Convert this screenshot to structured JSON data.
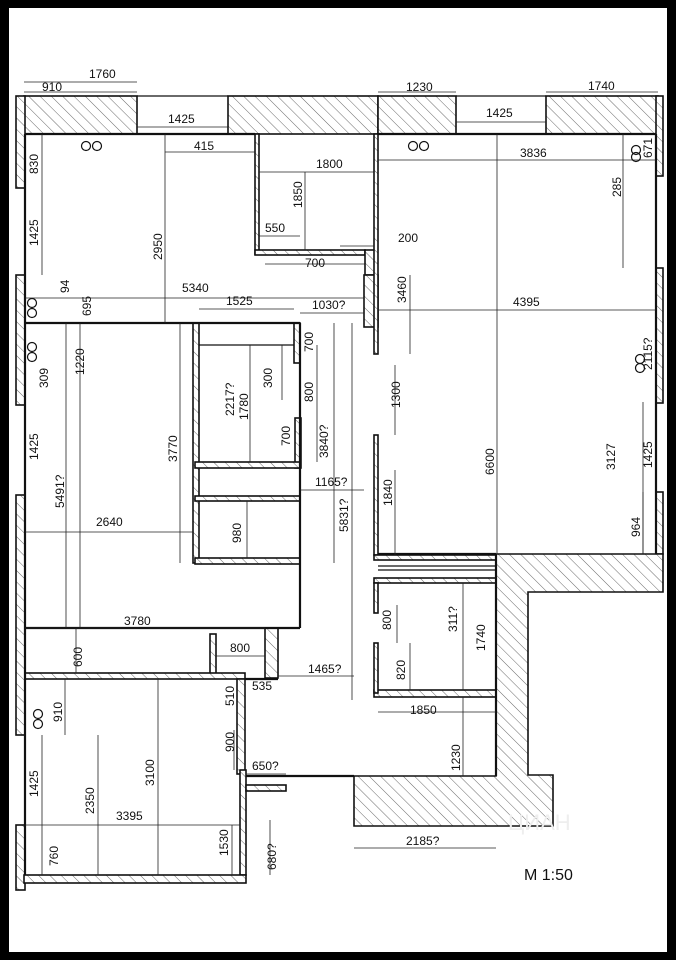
{
  "scale": "M 1:50",
  "watermark": "ЦИАН",
  "dimensions": [
    "910",
    "1760",
    "1230",
    "1740",
    "1425",
    "1425",
    "415",
    "1800",
    "3836",
    "671",
    "830",
    "2950",
    "1850",
    "285",
    "1425",
    "550",
    "200",
    "700",
    "3460",
    "5340",
    "1525",
    "1030?",
    "4395",
    "94",
    "695",
    "700",
    "2115?",
    "309",
    "1220",
    "300",
    "2217?",
    "1780",
    "3770",
    "800",
    "1300",
    "1425",
    "700",
    "3840?",
    "3127",
    "6600",
    "1425",
    "5491?",
    "1165?",
    "5831?",
    "1840",
    "2640",
    "980",
    "964",
    "311?",
    "800",
    "3780",
    "1740",
    "800",
    "600",
    "820",
    "1465?",
    "535",
    "510",
    "1850",
    "910",
    "900",
    "1230",
    "650?",
    "3100",
    "1425",
    "2350",
    "3395",
    "1530",
    "2185?",
    "760",
    "680?"
  ],
  "outlets": [
    "outlet-1",
    "outlet-2",
    "outlet-3",
    "outlet-4",
    "outlet-5",
    "outlet-6",
    "outlet-7"
  ]
}
